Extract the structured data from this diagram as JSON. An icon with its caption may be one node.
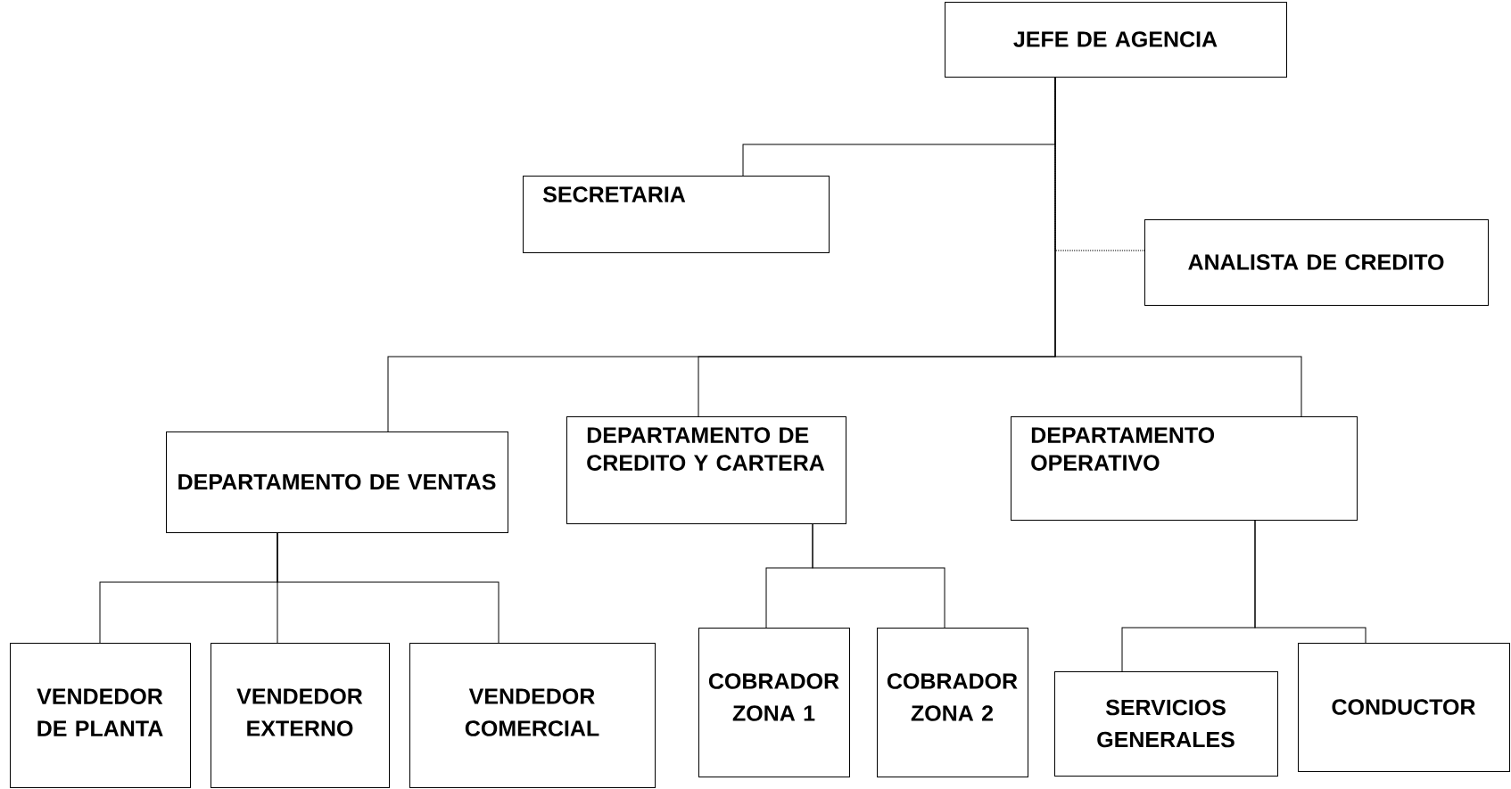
{
  "diagram": {
    "nodes": [
      {
        "text": [
          "JEFE DE AGENCIA"
        ]
      },
      {
        "text": [
          "SECRETARIA"
        ]
      },
      {
        "text": [
          "ANALISTA DE CREDITO"
        ]
      },
      {
        "text": [
          "DEPARTAMENTO DE VENTAS"
        ]
      },
      {
        "text": [
          "DEPARTAMENTO DE CREDITO Y CARTERA"
        ]
      },
      {
        "text": [
          "DEPARTAMENTO OPERATIVO"
        ]
      },
      {
        "text": [
          "VENDEDOR DE PLANTA"
        ]
      },
      {
        "text": [
          "VENDEDOR EXTERNO"
        ]
      },
      {
        "text": [
          "VENDEDOR COMERCIAL"
        ]
      },
      {
        "text": [
          "COBRADOR ZONA 1"
        ]
      },
      {
        "text": [
          "COBRADOR ZONA 2"
        ]
      },
      {
        "text": [
          "SERVICIOS GENERALES"
        ]
      },
      {
        "text": [
          "CONDUCTOR"
        ]
      }
    ],
    "edges": [
      {
        "from": 0,
        "to": 1,
        "arrow": "none"
      },
      {
        "from": 0,
        "to": 2,
        "arrow": "none",
        "style": "dashed"
      },
      {
        "from": 0,
        "to": 3,
        "arrow": "none"
      },
      {
        "from": 0,
        "to": 4,
        "arrow": "none"
      },
      {
        "from": 0,
        "to": 5,
        "arrow": "none"
      },
      {
        "from": 3,
        "to": 6,
        "arrow": "none"
      },
      {
        "from": 3,
        "to": 7,
        "arrow": "none"
      },
      {
        "from": 3,
        "to": 8,
        "arrow": "none"
      },
      {
        "from": 4,
        "to": 9,
        "arrow": "none"
      },
      {
        "from": 4,
        "to": 10,
        "arrow": "none"
      },
      {
        "from": 5,
        "to": 11,
        "arrow": "none"
      },
      {
        "from": 5,
        "to": 12,
        "arrow": "none"
      }
    ]
  }
}
